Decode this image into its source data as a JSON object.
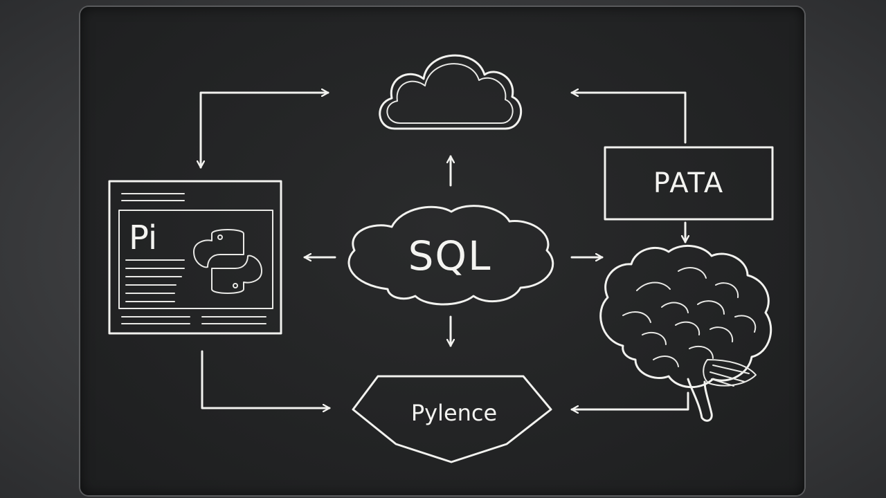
{
  "nodes": {
    "sql": {
      "label": "SQL"
    },
    "data": {
      "label": "PATA"
    },
    "editor": {
      "label": "Pi"
    },
    "bottom": {
      "label": "Pylence"
    },
    "cloud": {
      "icon": "cloud-icon"
    },
    "brain": {
      "icon": "brain-icon"
    },
    "python_logo": {
      "icon": "python-logo-icon"
    }
  },
  "colors": {
    "chalk": "#f2f2ef",
    "board": "#232425",
    "frame": "#3a3b3d"
  }
}
